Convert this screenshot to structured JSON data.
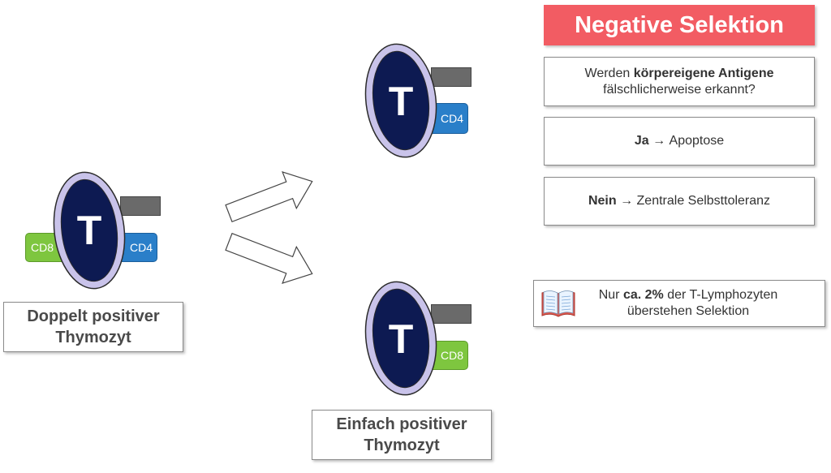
{
  "title": "Negative Selektion",
  "question": {
    "prefix": "Werden ",
    "bold": "körpereigene Antigene",
    "suffix": "fälschlicherweise erkannt?"
  },
  "answer_yes": {
    "bold": "Ja",
    "arrow": "→",
    "text": "Apoptose"
  },
  "answer_no": {
    "bold": "Nein",
    "arrow": "→",
    "text": "Zentrale Selbsttoleranz"
  },
  "note": {
    "prefix": "Nur ",
    "bold": "ca. 2%",
    "suffix": " der T-Lymphozyten",
    "line2": "überstehen Selektion"
  },
  "double_positive": {
    "line1": "Doppelt positiver",
    "line2": "Thymozyt",
    "cell_letter": "T",
    "marker_left": "CD8",
    "marker_right": "CD4"
  },
  "single_positive": {
    "line1": "Einfach positiver",
    "line2": "Thymozyt"
  },
  "cell_top": {
    "cell_letter": "T",
    "marker": "CD4"
  },
  "cell_bottom": {
    "cell_letter": "T",
    "marker": "CD8"
  },
  "colors": {
    "title_bg": "#f25c63",
    "cell_fill": "#0d1a52",
    "cell_ring": "#c9c3ea",
    "cd4": "#2a7fc9",
    "cd8": "#7ec63f",
    "receptor": "#6a6a6a"
  },
  "icons": {
    "note_icon": "open-book-icon"
  }
}
